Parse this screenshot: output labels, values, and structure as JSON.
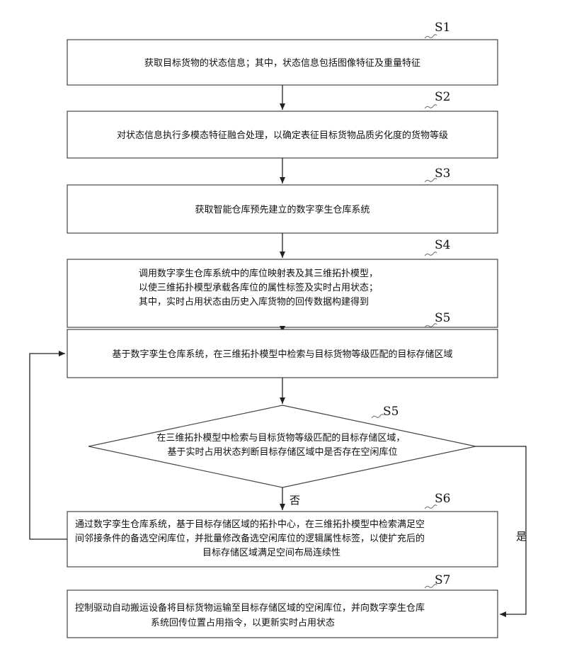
{
  "steps": [
    {
      "tag": "S1",
      "lines": [
        "获取目标货物的状态信息；其中，状态信息包括图像特征及重量特征"
      ]
    },
    {
      "tag": "S2",
      "lines": [
        "对状态信息执行多模态特征融合处理，以确定表征目标货物品质劣化度的货物等级"
      ]
    },
    {
      "tag": "S3",
      "lines": [
        "获取智能仓库预先建立的数字孪生仓库系统"
      ]
    },
    {
      "tag": "S4",
      "lines": [
        "调用数字孪生仓库系统中的库位映射表及其三维拓扑模型，",
        "以使三维拓扑模型承载各库位的属性标签及实时占用状态；",
        "其中，实时占用状态由历史入库货物的回传数据构建得到"
      ]
    },
    {
      "tag": "S5",
      "lines": [
        "基于数字孪生仓库系统，在三维拓扑模型中检索与目标货物等级匹配的目标存储区域"
      ]
    },
    {
      "tag": "S5",
      "lines": [
        "在三维拓扑模型中检索与目标货物等级匹配的目标存储区域，",
        "基于实时占用状态判断目标存储区域中是否存在空闲库位"
      ]
    },
    {
      "tag": "S6",
      "lines": [
        "通过数字孪生仓库系统，基于目标存储区域的拓扑中心，在三维拓扑模型中检索满足空",
        "间邻接条件的备选空闲库位，并批量修改备选空闲库位的逻辑属性标签，以使扩充后的",
        "目标存储区域满足空间布局连续性"
      ]
    },
    {
      "tag": "S7",
      "lines": [
        "控制驱动自动搬运设备将目标货物运输至目标存储区域的空闲库位，并向数字孪生仓库",
        "系统回传位置占用指令，以更新实时占用状态"
      ]
    }
  ],
  "branches": {
    "no": "否",
    "yes": "是"
  }
}
